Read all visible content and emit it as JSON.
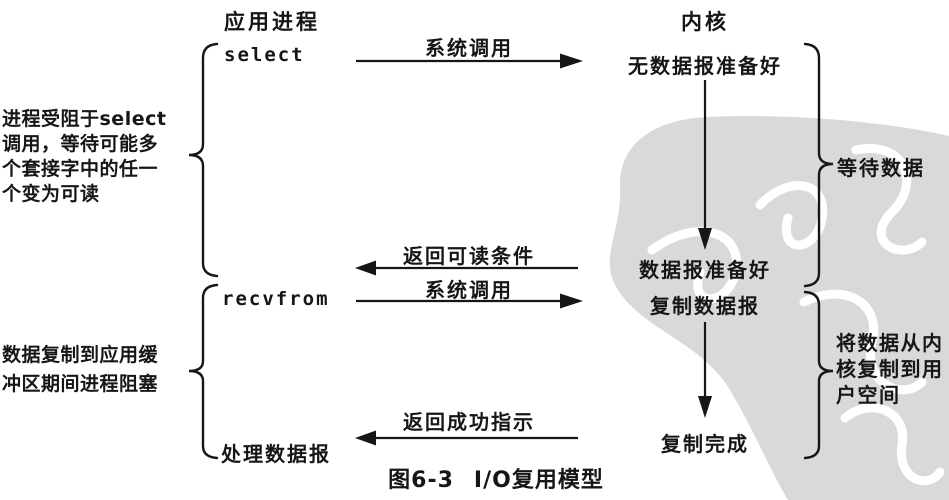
{
  "colors": {
    "background": "#ffffff",
    "ink": "#161616",
    "watermark": "#d9d9d9"
  },
  "headers": {
    "application": "应用进程",
    "kernel": "内核"
  },
  "app_column": {
    "call_select": "select",
    "call_recvfrom": "recvfrom",
    "process_datagram": "处理数据报"
  },
  "kernel_column": {
    "no_datagram_ready": "无数据报准备好",
    "datagram_ready": "数据报准备好",
    "copy_datagram": "复制数据报",
    "copy_complete": "复制完成"
  },
  "arrows": {
    "syscall_select": "系统调用",
    "return_readable": "返回可读条件",
    "syscall_recvfrom": "系统调用",
    "return_success": "返回成功指示"
  },
  "annotations": {
    "select_blocked": [
      "进程受阻于select",
      "调用，等待可能多",
      "个套接字中的任一",
      "个变为可读"
    ],
    "copy_blocked": [
      "数据复制到应用缓",
      "冲区期间进程阻塞"
    ],
    "wait_data": "等待数据",
    "kernel_to_user": [
      "将数据从内",
      "核复制到用",
      "户空间"
    ]
  },
  "caption": {
    "figure_number": "图6-3",
    "title": "I/O复用模型"
  }
}
